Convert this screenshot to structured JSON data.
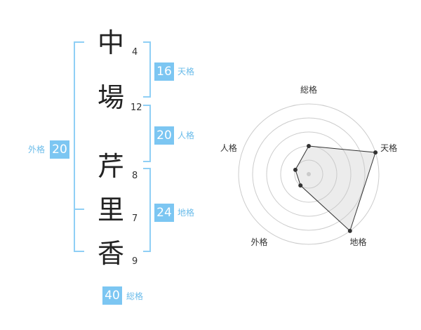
{
  "name_chars": [
    {
      "char": "中",
      "strokes": "4"
    },
    {
      "char": "場",
      "strokes": "12"
    },
    {
      "char": "芹",
      "strokes": "8"
    },
    {
      "char": "里",
      "strokes": "7"
    },
    {
      "char": "香",
      "strokes": "9"
    }
  ],
  "fortunes": {
    "tenkaku": {
      "value": "16",
      "label": "天格"
    },
    "jinkaku": {
      "value": "20",
      "label": "人格"
    },
    "chikaku": {
      "value": "24",
      "label": "地格"
    },
    "gaikaku": {
      "value": "20",
      "label": "外格"
    },
    "soukaku": {
      "value": "40",
      "label": "総格"
    }
  },
  "colors": {
    "accent": "#7cc6f2",
    "accent_text": "#6bbcea",
    "bracket": "#8fcff5"
  },
  "radar": {
    "axes": [
      "総格",
      "天格",
      "地格",
      "外格",
      "人格"
    ],
    "max": 5,
    "values": [
      2,
      5,
      5,
      1,
      1
    ]
  }
}
